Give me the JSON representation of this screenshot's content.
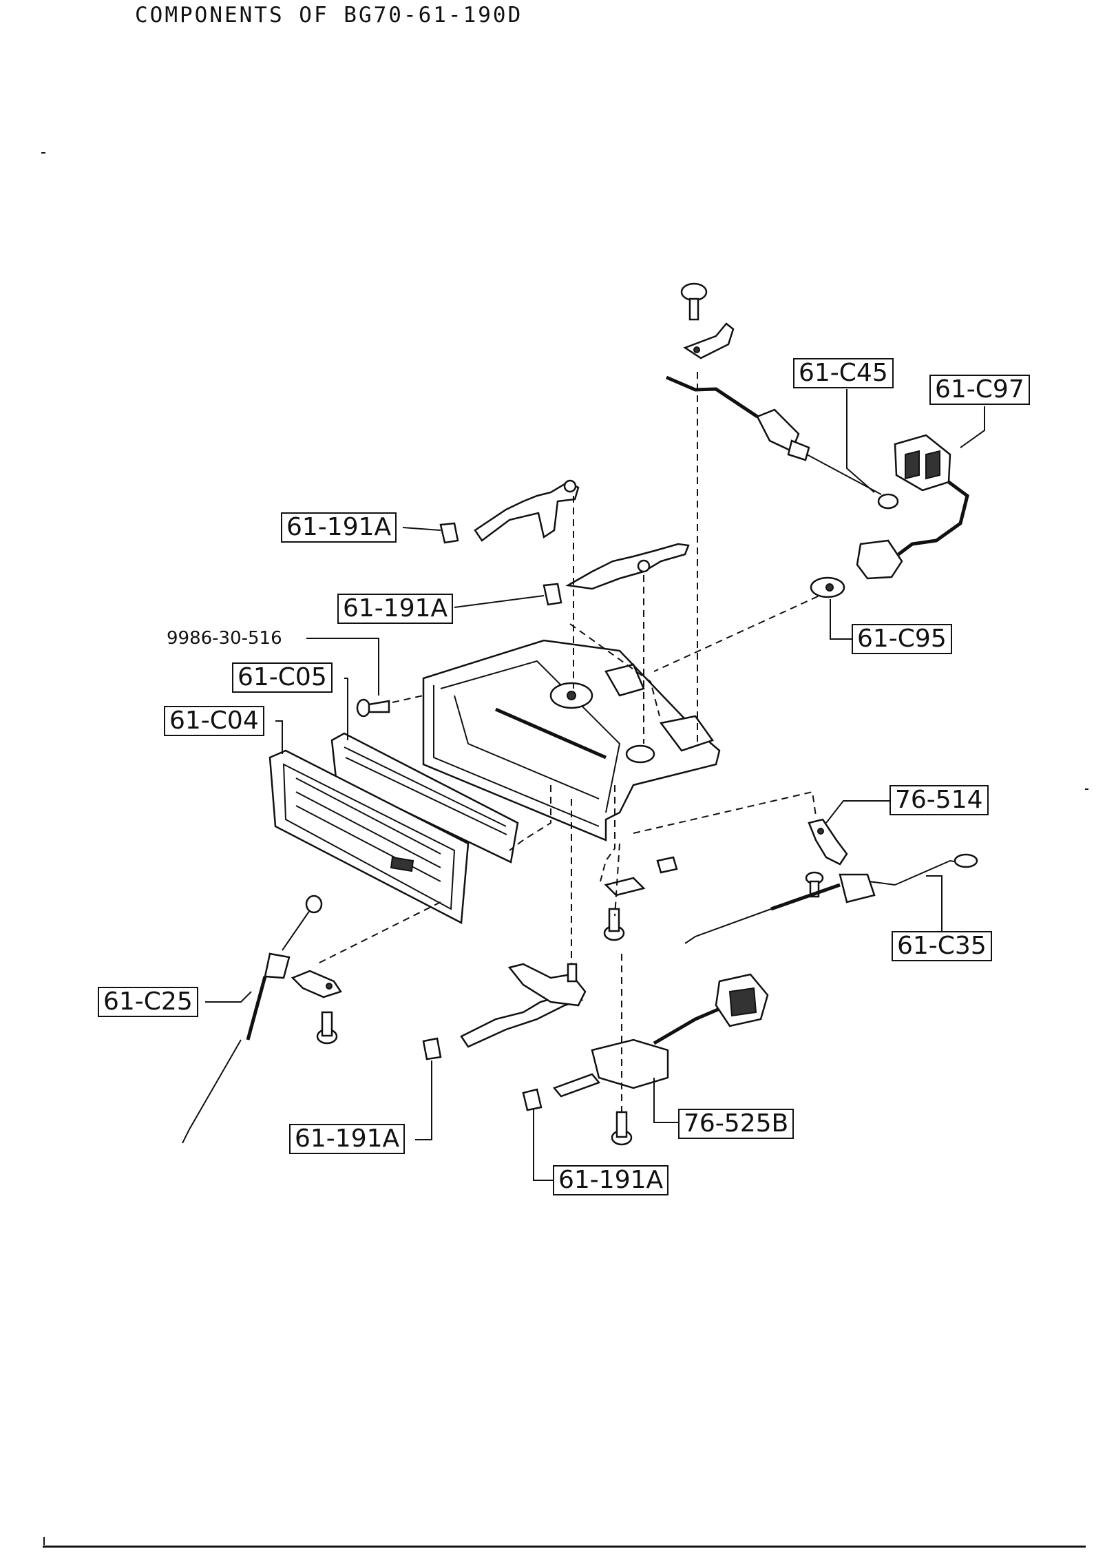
{
  "header": {
    "title": "COMPONENTS OF BG70-61-190D"
  },
  "labels": {
    "c45": "61-C45",
    "c97": "61-C97",
    "a191_1": "61-191A",
    "a191_2": "61-191A",
    "a191_3": "61-191A",
    "a191_4": "61-191A",
    "c95": "61-C95",
    "screw": "9986-30-516",
    "c05": "61-C05",
    "c04": "61-C04",
    "p514": "76-514",
    "c35": "61-C35",
    "c25": "61-C25",
    "p525b": "76-525B"
  }
}
